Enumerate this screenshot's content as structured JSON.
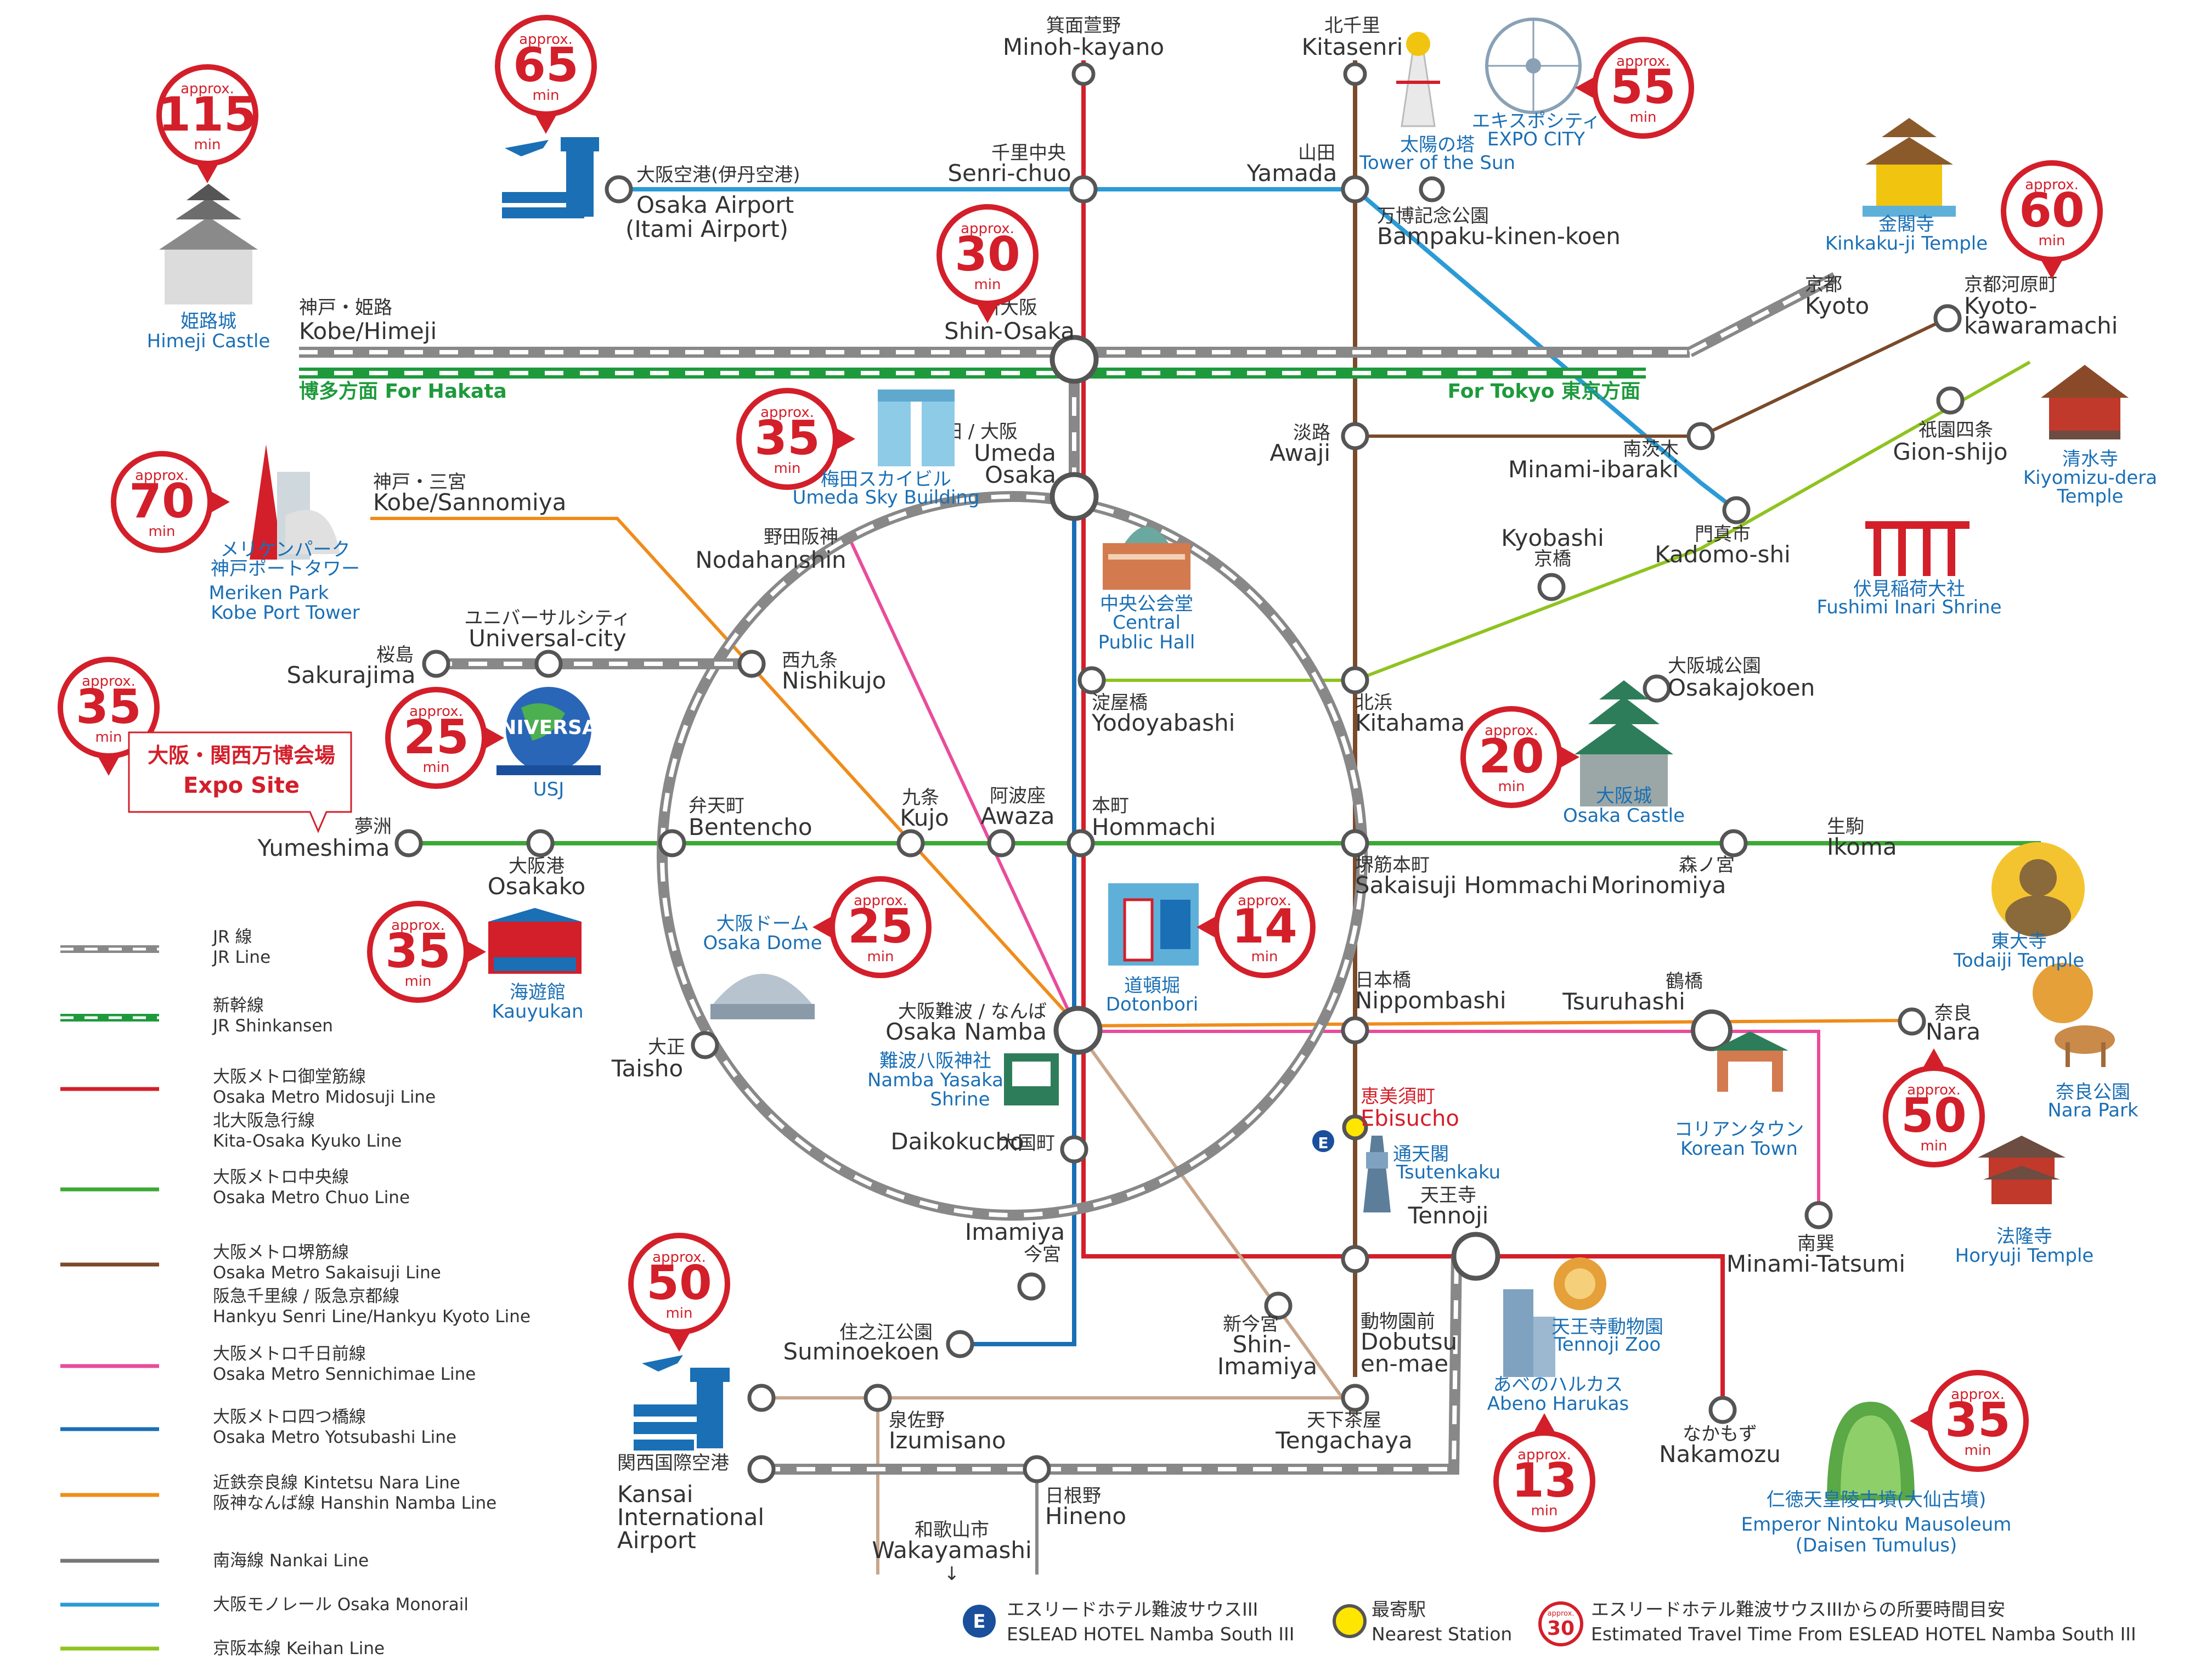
{
  "stations": {
    "minoh_kayano": {
      "jp": "箕面萱野",
      "en": "Minoh-kayano"
    },
    "kitasenri": {
      "jp": "北千里",
      "en": "Kitasenri"
    },
    "osaka_airport": {
      "jp": "大阪空港(伊丹空港)",
      "en": "Osaka Airport",
      "en2": "(Itami Airport)"
    },
    "senri_chuo": {
      "jp": "千里中央",
      "en": "Senri-chuo"
    },
    "yamada": {
      "jp": "山田",
      "en": "Yamada"
    },
    "bampaku": {
      "jp": "万博記念公園",
      "en": "Bampaku-kinen-koen"
    },
    "shin_osaka": {
      "jp": "新大阪",
      "en": "Shin-Osaka"
    },
    "kobe_himeji": {
      "jp": "神戸・姫路",
      "en": "Kobe/Himeji"
    },
    "kyoto": {
      "jp": "京都",
      "en": "Kyoto"
    },
    "kyoto_kawaramachi": {
      "jp": "京都河原町",
      "en1": "Kyoto-",
      "en2": "kawaramachi"
    },
    "awaji": {
      "jp": "淡路",
      "en": "Awaji"
    },
    "minami_ibaraki": {
      "jp": "南茨木",
      "en": "Minami-ibaraki"
    },
    "gion_shijo": {
      "jp": "祇園四条",
      "en": "Gion-shijo"
    },
    "kadomo_shi": {
      "jp": "門真市",
      "en": "Kadomo-shi"
    },
    "umeda_osaka": {
      "jp": "梅田 / 大阪",
      "en1": "Umeda",
      "en2": "Osaka"
    },
    "kobe_sannomiya": {
      "jp": "神戸・三宮",
      "en": "Kobe/Sannomiya"
    },
    "nodahanshin": {
      "jp": "野田阪神",
      "en": "Nodahanshin"
    },
    "kyobashi": {
      "jp": "京橋",
      "en": "Kyobashi"
    },
    "universal_city": {
      "jp": "ユニバーサルシティ",
      "en": "Universal-city"
    },
    "sakurajima": {
      "jp": "桜島",
      "en": "Sakurajima"
    },
    "nishikujo": {
      "jp": "西九条",
      "en": "Nishikujo"
    },
    "yodoyabashi": {
      "jp": "淀屋橋",
      "en": "Yodoyabashi"
    },
    "kitahama": {
      "jp": "北浜",
      "en": "Kitahama"
    },
    "osakajokoen": {
      "jp": "大阪城公園",
      "en": "Osakajokoen"
    },
    "yumeshima": {
      "jp": "夢洲",
      "en": "Yumeshima"
    },
    "osakako": {
      "jp": "大阪港",
      "en": "Osakako"
    },
    "bentencho": {
      "jp": "弁天町",
      "en": "Bentencho"
    },
    "kujo": {
      "jp": "九条",
      "en": "Kujo"
    },
    "awaza": {
      "jp": "阿波座",
      "en": "Awaza"
    },
    "hommachi": {
      "jp": "本町",
      "en": "Hommachi"
    },
    "sakaisuji_hommachi": {
      "jp": "堺筋本町",
      "en": "Sakaisuji Hommachi"
    },
    "morinomiya": {
      "jp": "森ノ宮",
      "en": "Morinomiya"
    },
    "ikoma": {
      "jp": "生駒",
      "en": "Ikoma"
    },
    "osaka_namba": {
      "jp": "大阪難波 / なんば",
      "en": "Osaka Namba"
    },
    "nippombashi": {
      "jp": "日本橋",
      "en": "Nippombashi"
    },
    "tsuruhashi": {
      "jp": "鶴橋",
      "en": "Tsuruhashi"
    },
    "nara": {
      "jp": "奈良",
      "en": "Nara"
    },
    "taisho": {
      "jp": "大正",
      "en": "Taisho"
    },
    "daikokucho": {
      "jp": "大国町",
      "en": "Daikokucho"
    },
    "ebisucho": {
      "jp": "恵美須町",
      "en": "Ebisucho"
    },
    "tennoji": {
      "jp": "天王寺",
      "en": "Tennoji"
    },
    "minami_tatsumi": {
      "jp": "南巽",
      "en": "Minami-Tatsumi"
    },
    "imamiya": {
      "jp": "今宮",
      "en": "Imamiya"
    },
    "shin_imamiya": {
      "jp": "新今宮",
      "en1": "Shin-",
      "en2": "Imamiya"
    },
    "dobutsuen_mae": {
      "jp": "動物園前",
      "en1": "Dobutsu",
      "en2": "en-mae"
    },
    "suminoekoen": {
      "jp": "住之江公園",
      "en": "Suminoekoen"
    },
    "izumisano": {
      "jp": "泉佐野",
      "en": "Izumisano"
    },
    "tengachaya": {
      "jp": "天下茶屋",
      "en": "Tengachaya"
    },
    "nakamozu": {
      "jp": "なかもず",
      "en": "Nakamozu"
    },
    "kansai_airport": {
      "jp": "関西国際空港",
      "en1": "Kansai",
      "en2": "International",
      "en3": "Airport"
    },
    "hineno": {
      "jp": "日根野",
      "en": "Hineno"
    },
    "wakayamashi": {
      "jp": "和歌山市",
      "en": "Wakayamashi"
    }
  },
  "directions": {
    "for_hakata": "博多方面 For Hakata",
    "for_tokyo": "For Tokyo 東京方面"
  },
  "icons": {
    "arrow_down": "↓",
    "usj_globe_text": "NIVERSA"
  },
  "landmarks": {
    "himeji": {
      "jp": "姫路城",
      "en": "Himeji Castle"
    },
    "tower_sun": {
      "jp": "太陽の塔",
      "en": "Tower of the Sun"
    },
    "expo_city": {
      "jp": "エキスポシティ",
      "en": "EXPO CITY"
    },
    "kinkakuji": {
      "jp": "金閣寺",
      "en": "Kinkaku-ji Temple"
    },
    "kiyomizu": {
      "jp": "清水寺",
      "en1": "Kiyomizu-dera",
      "en2": "Temple"
    },
    "fushimi": {
      "jp": "伏見稲荷大社",
      "en": "Fushimi Inari Shrine"
    },
    "umeda_sky": {
      "jp": "梅田スカイビル",
      "en": "Umeda Sky Building"
    },
    "meriken": {
      "jp1": "メリケンパーク",
      "jp2": "神戸ポートタワー",
      "en1": "Meriken Park",
      "en2": "Kobe Port Tower"
    },
    "central_hall": {
      "jp": "中央公会堂",
      "en1": "Central",
      "en2": "Public Hall"
    },
    "usj": {
      "en": "USJ"
    },
    "osaka_castle": {
      "jp": "大阪城",
      "en": "Osaka Castle"
    },
    "osaka_dome": {
      "jp": "大阪ドーム",
      "en": "Osaka Dome"
    },
    "kaiyukan": {
      "jp": "海遊館",
      "en": "Kauyukan"
    },
    "dotonbori": {
      "jp": "道頓堀",
      "en": "Dotonbori"
    },
    "yasaka": {
      "jp": "難波八阪神社",
      "en1": "Namba Yasaka",
      "en2": "Shrine"
    },
    "tsutenkaku": {
      "jp": "通天閣",
      "en": "Tsutenkaku"
    },
    "korean_town": {
      "jp": "コリアンタウン",
      "en": "Korean Town"
    },
    "todaiji": {
      "jp": "東大寺",
      "en": "Todaiji Temple"
    },
    "nara_park": {
      "jp": "奈良公園",
      "en": "Nara Park"
    },
    "horyuji": {
      "jp": "法隆寺",
      "en": "Horyuji Temple"
    },
    "tennoji_zoo": {
      "jp": "天王寺動物園",
      "en": "Tennoji Zoo"
    },
    "abeno": {
      "jp": "あべのハルカス",
      "en": "Abeno Harukas"
    },
    "nintoku": {
      "jp": "仁徳天皇陵古墳(大仙古墳)",
      "en1": "Emperor Nintoku Mausoleum",
      "en2": "(Daisen Tumulus)"
    }
  },
  "expo_site": {
    "jp": "大阪・関西万博会場",
    "en": "Expo Site"
  },
  "badges": [
    {
      "id": "himeji",
      "approx": "approx.",
      "minutes": "115",
      "unit": "min"
    },
    {
      "id": "osaka-airport",
      "approx": "approx.",
      "minutes": "65",
      "unit": "min"
    },
    {
      "id": "expo-city",
      "approx": "approx.",
      "minutes": "55",
      "unit": "min"
    },
    {
      "id": "shin-osaka",
      "approx": "approx.",
      "minutes": "30",
      "unit": "min"
    },
    {
      "id": "kyoto",
      "approx": "approx.",
      "minutes": "60",
      "unit": "min"
    },
    {
      "id": "umeda-sky",
      "approx": "approx.",
      "minutes": "35",
      "unit": "min"
    },
    {
      "id": "kobe-port",
      "approx": "approx.",
      "minutes": "70",
      "unit": "min"
    },
    {
      "id": "expo-site",
      "approx": "approx.",
      "minutes": "35",
      "unit": "min"
    },
    {
      "id": "usj",
      "approx": "approx.",
      "minutes": "25",
      "unit": "min"
    },
    {
      "id": "osaka-castle",
      "approx": "approx.",
      "minutes": "20",
      "unit": "min"
    },
    {
      "id": "kaiyukan",
      "approx": "approx.",
      "minutes": "35",
      "unit": "min"
    },
    {
      "id": "osaka-dome",
      "approx": "approx.",
      "minutes": "25",
      "unit": "min"
    },
    {
      "id": "dotonbori",
      "approx": "approx.",
      "minutes": "14",
      "unit": "min"
    },
    {
      "id": "nara",
      "approx": "approx.",
      "minutes": "50",
      "unit": "min"
    },
    {
      "id": "kansai-airport",
      "approx": "approx.",
      "minutes": "50",
      "unit": "min"
    },
    {
      "id": "abeno",
      "approx": "approx.",
      "minutes": "13",
      "unit": "min"
    },
    {
      "id": "nintoku",
      "approx": "approx.",
      "minutes": "35",
      "unit": "min"
    }
  ],
  "legend": [
    {
      "id": "jr",
      "jp": "JR 線",
      "en": "JR Line",
      "en2": "",
      "style": "jr",
      "color": "#888888"
    },
    {
      "id": "shinkansen",
      "jp": "新幹線",
      "en": "JR Shinkansen",
      "en2": "",
      "style": "shinkansen",
      "color": "#1e9a3c"
    },
    {
      "id": "midosuji",
      "jp": "大阪メトロ御堂筋線",
      "en": "Osaka Metro Midosuji Line",
      "jp2": "北大阪急行線",
      "en2": "Kita-Osaka Kyuko Line",
      "style": "solid",
      "color": "#d31f2a"
    },
    {
      "id": "chuo",
      "jp": "大阪メトロ中央線",
      "en": "Osaka Metro Chuo Line",
      "en2": "",
      "style": "solid",
      "color": "#3aa935"
    },
    {
      "id": "sakaisuji",
      "jp": "大阪メトロ堺筋線",
      "en": "Osaka Metro Sakaisuji Line",
      "jp2": "阪急千里線 / 阪急京都線",
      "en2": "Hankyu Senri Line/Hankyu Kyoto Line",
      "style": "solid",
      "color": "#7a4a2a"
    },
    {
      "id": "sennichimae",
      "jp": "大阪メトロ千日前線",
      "en": "Osaka Metro Sennichimae Line",
      "en2": "",
      "style": "solid",
      "color": "#e94c9b"
    },
    {
      "id": "yotsubashi",
      "jp": "大阪メトロ四つ橋線",
      "en": "Osaka Metro Yotsubashi Line",
      "en2": "",
      "style": "solid",
      "color": "#1a6fb5"
    },
    {
      "id": "kintetsu",
      "jp": "近鉄奈良線 Kintetsu Nara Line",
      "en": "阪神なんば線 Hanshin Namba Line",
      "en2": "",
      "style": "solid",
      "color": "#ef8c1a"
    },
    {
      "id": "nankai",
      "jp": "南海線 Nankai Line",
      "en": "",
      "en2": "",
      "style": "solid",
      "color": "#777777"
    },
    {
      "id": "monorail",
      "jp": "大阪モノレール Osaka Monorail",
      "en": "",
      "en2": "",
      "style": "solid",
      "color": "#2b9bd6"
    },
    {
      "id": "keihan",
      "jp": "京阪本線 Keihan Line",
      "en": "",
      "en2": "",
      "style": "solid",
      "color": "#8fc31f"
    }
  ],
  "legend_footer": {
    "hotel_icon_letter": "E",
    "hotel_jp": "エスリードホテル難波サウスIII",
    "hotel_en": "ESLEAD HOTEL Namba South III",
    "nearest_jp": "最寄駅",
    "nearest_en": "Nearest Station",
    "badge_approx": "approx.",
    "badge_number": "30",
    "time_jp": "エスリードホテル難波サウスIIIからの所要時間目安",
    "time_en": "Estimated Travel Time From ESLEAD HOTEL Namba South III"
  }
}
